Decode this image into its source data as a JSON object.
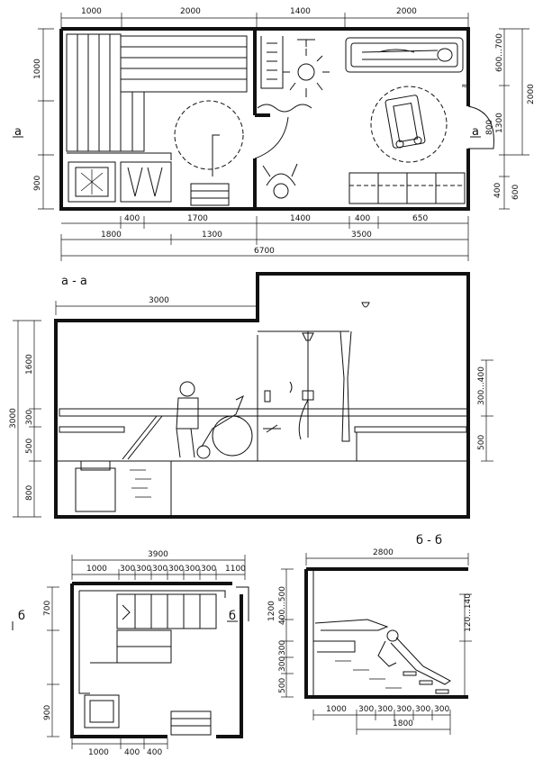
{
  "plan": {
    "section_mark_left": "а",
    "section_mark_right": "а",
    "top_dims": [
      "1000",
      "2000",
      "1400",
      "2000"
    ],
    "left_dims": [
      "1000",
      "900"
    ],
    "right_dims_inner": [
      "600...700",
      "1300",
      "800",
      "400",
      "600"
    ],
    "right_dim_outer": "2000",
    "bottom_row1": [
      "400",
      "1700",
      "1400",
      "400",
      "650"
    ],
    "bottom_row2": [
      "1800",
      "1300",
      "3500"
    ],
    "bottom_total": "6700"
  },
  "section_aa": {
    "title": "а - а",
    "top_dim": "3000",
    "left_outer": "3000",
    "left_inner": [
      "1600",
      "300",
      "500",
      "800"
    ],
    "right_dims": [
      "300...400",
      "500"
    ]
  },
  "plan_b": {
    "section_mark_left": "б",
    "section_mark_right": "б",
    "top_total": "3900",
    "top_dims": [
      "1000",
      "300",
      "300",
      "300",
      "300",
      "300",
      "300",
      "1100"
    ],
    "left_dims": [
      "700",
      "900"
    ],
    "bottom_dims": [
      "1000",
      "400",
      "400"
    ]
  },
  "section_bb": {
    "title": "б - б",
    "top_dim": "2800",
    "left_dims": [
      "1200",
      "400...500",
      "300",
      "300",
      "500"
    ],
    "right_dim": "120...140",
    "bottom_row1": [
      "1000",
      "300",
      "300",
      "300",
      "300",
      "300"
    ],
    "bottom_row2": "1800"
  }
}
